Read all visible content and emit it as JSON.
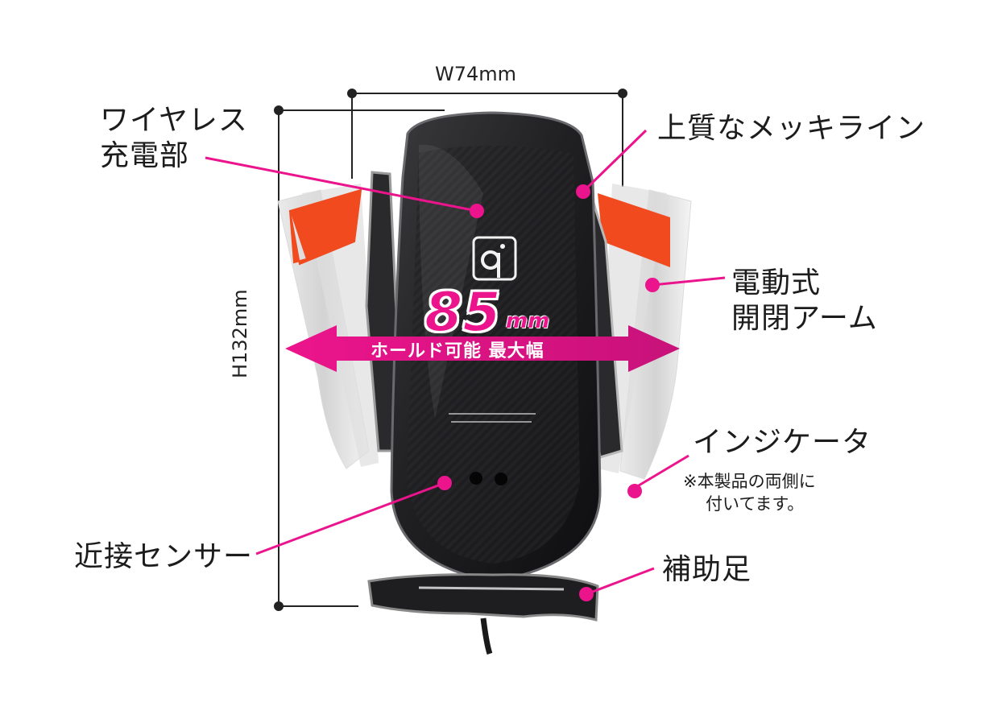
{
  "dimensions": {
    "width": "W74mm",
    "height": "H132mm"
  },
  "hold_width": {
    "value": "85",
    "unit": "mm",
    "caption": "ホールド可能 最大幅"
  },
  "callouts": {
    "wireless_charging": {
      "line1": "ワイヤレス",
      "line2": "充電部"
    },
    "plating_line": {
      "label": "上質なメッキライン"
    },
    "electric_arm": {
      "line1": "電動式",
      "line2": "開閉アーム"
    },
    "indicator": {
      "label": "インジケータ",
      "note_line1": "※本製品の両側に",
      "note_line2": "付いてます。"
    },
    "proximity_sensor": {
      "label": "近接センサー"
    },
    "support_foot": {
      "label": "補助足"
    }
  },
  "colors": {
    "accent_pink": "#ec148c",
    "arrow_orange": "#f04a1e",
    "device_body": "#1c1c1e"
  },
  "icons": {
    "charging_logo": "qi-logo-icon"
  }
}
